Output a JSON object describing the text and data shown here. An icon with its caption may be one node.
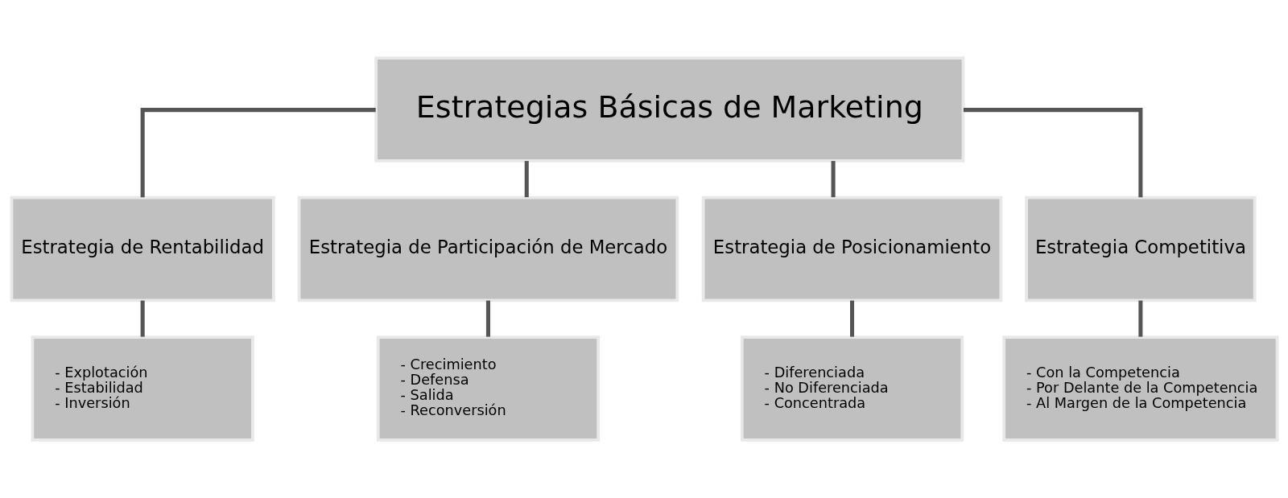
{
  "diagram": {
    "nodes": [
      {
        "text": [
          "Estrategias Básicas de Marketing"
        ]
      },
      {
        "text": [
          "Estrategia de Rentabilidad"
        ]
      },
      {
        "text": [
          "Estrategia de Participación de Mercado"
        ]
      },
      {
        "text": [
          "Estrategia de Posicionamiento"
        ]
      },
      {
        "text": [
          "Estrategia Competitiva"
        ]
      },
      {
        "text": [
          "- Explotación",
          "- Estabilidad",
          "- Inversión"
        ]
      },
      {
        "text": [
          "- Crecimiento",
          "- Defensa",
          "- Salida",
          "- Reconversión"
        ]
      },
      {
        "text": [
          "- Diferenciada",
          "- No Diferenciada",
          "- Concentrada"
        ]
      },
      {
        "text": [
          "- Con la Competencia",
          "- Por Delante de la Competencia",
          "- Al Margen de la Competencia"
        ]
      }
    ],
    "edges": [
      {
        "from": 0,
        "to": 1,
        "arrow": "none"
      },
      {
        "from": 0,
        "to": 2,
        "arrow": "none"
      },
      {
        "from": 0,
        "to": 3,
        "arrow": "none"
      },
      {
        "from": 0,
        "to": 4,
        "arrow": "none"
      },
      {
        "from": 1,
        "to": 5,
        "arrow": "none"
      },
      {
        "from": 2,
        "to": 6,
        "arrow": "none"
      },
      {
        "from": 3,
        "to": 7,
        "arrow": "none"
      },
      {
        "from": 4,
        "to": 8,
        "arrow": "none"
      }
    ]
  }
}
